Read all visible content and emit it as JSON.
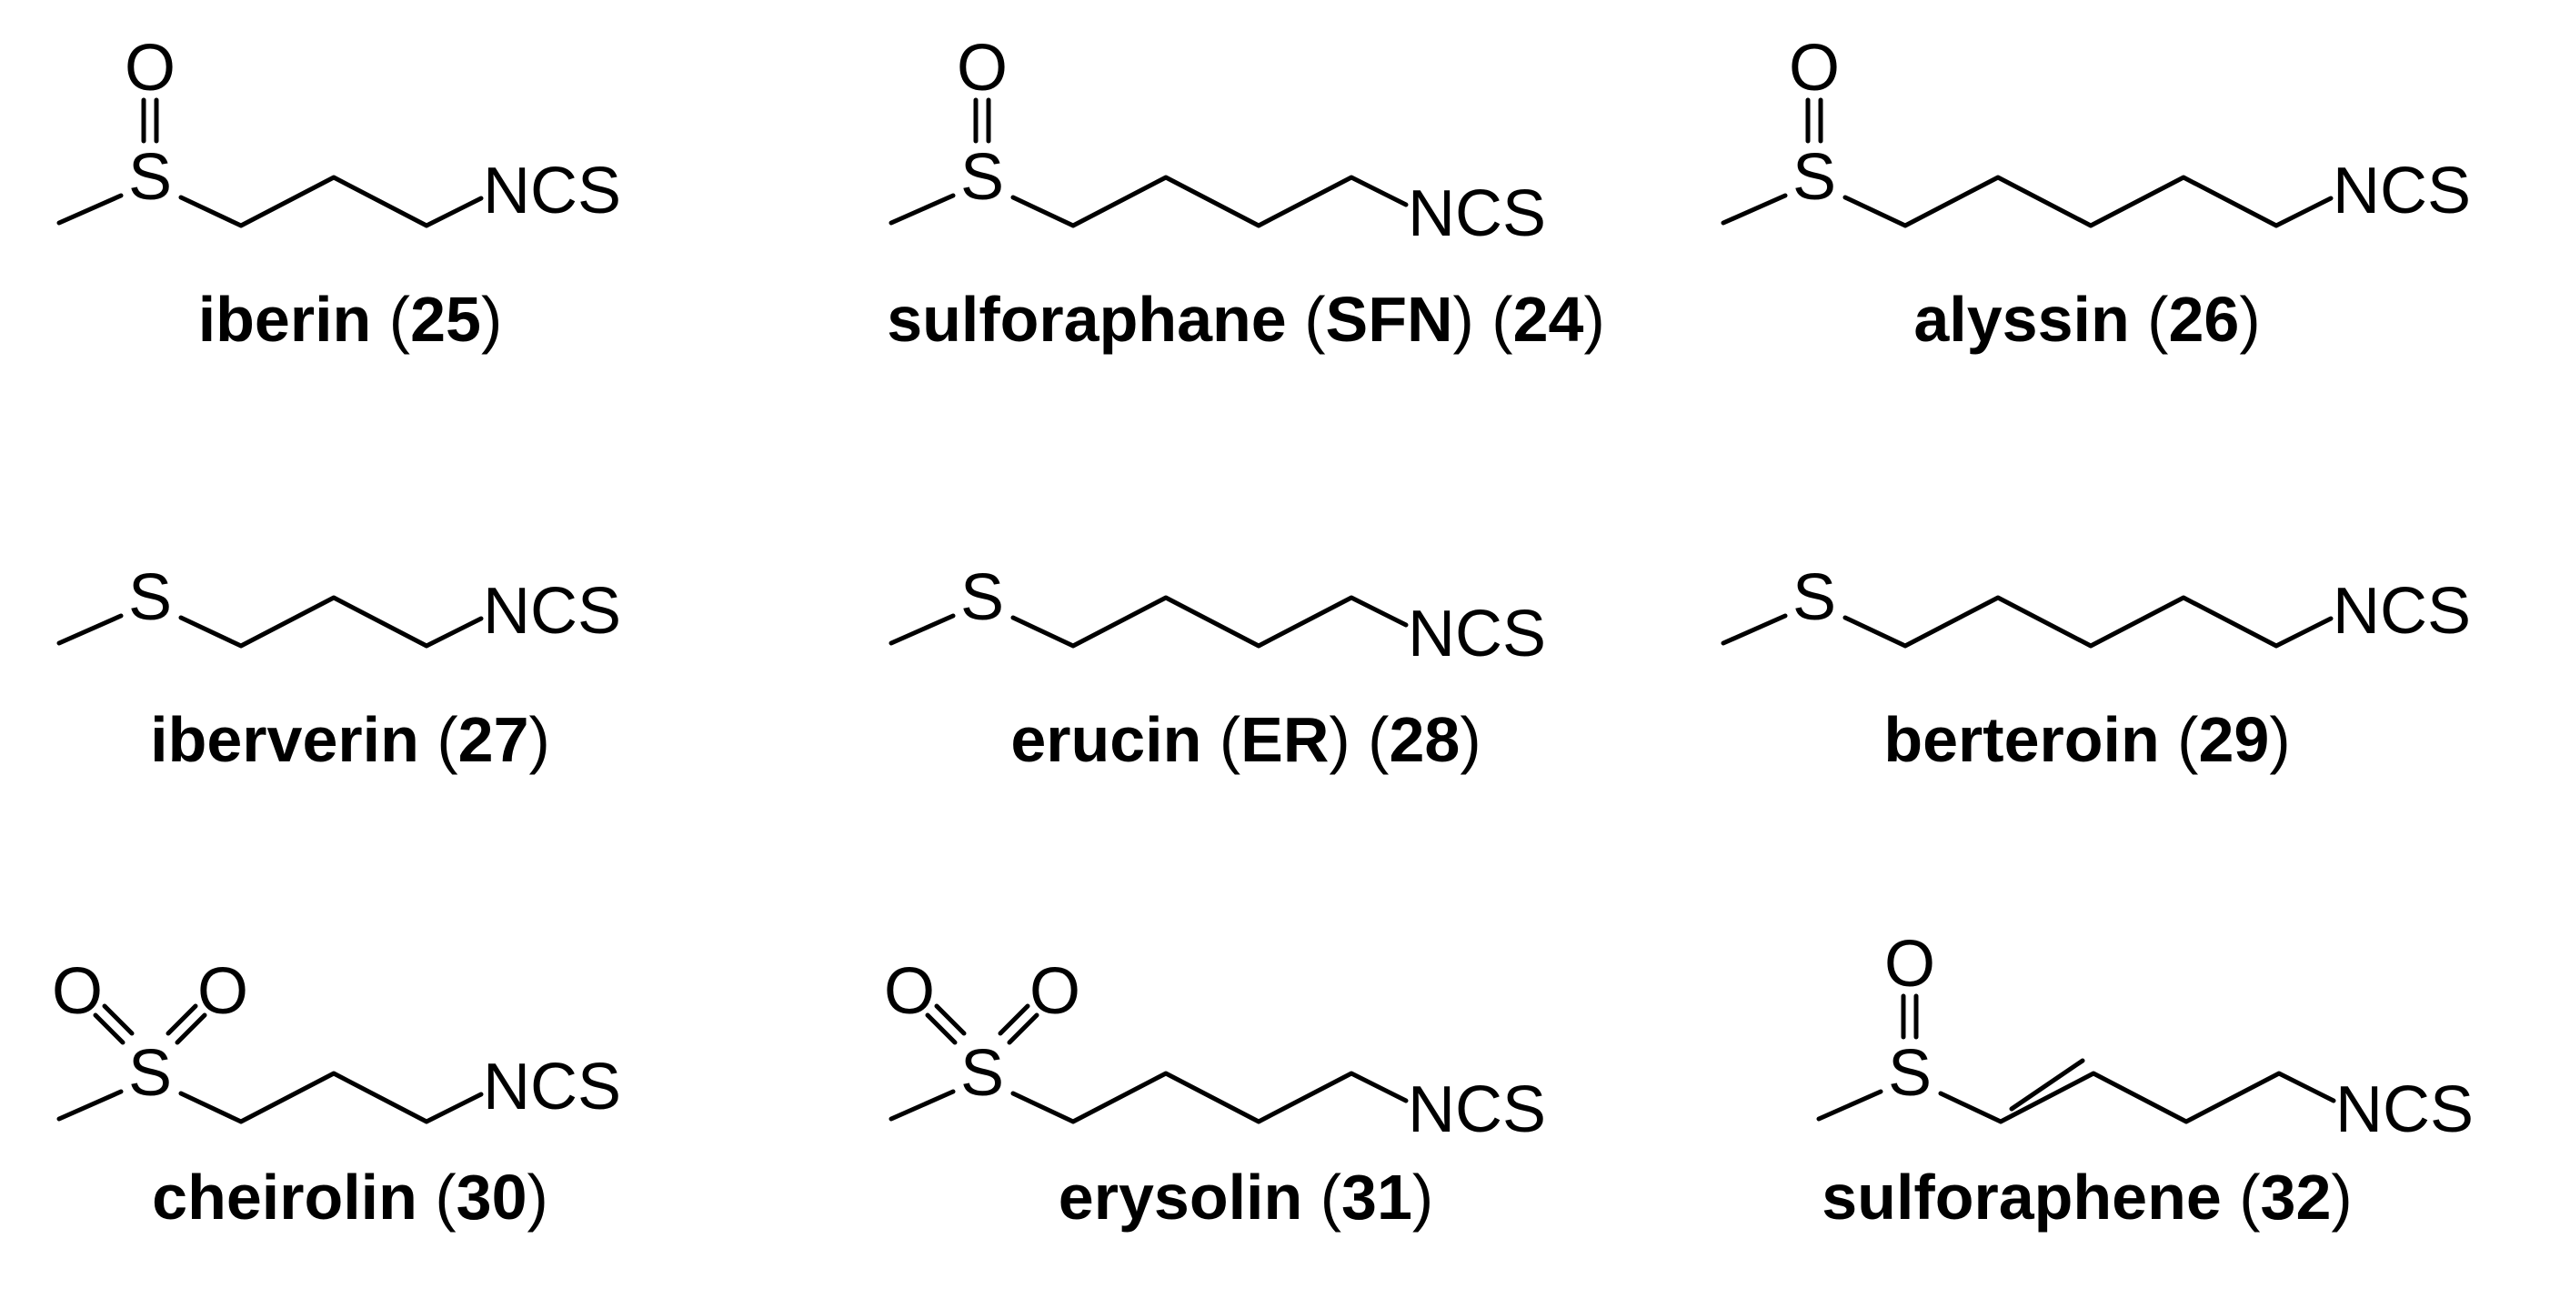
{
  "labels": {
    "o": "O",
    "s": "S",
    "ncs": "NCS"
  },
  "compounds": [
    {
      "id": "iberin",
      "name": "iberin",
      "sub": "",
      "num": "25"
    },
    {
      "id": "sulforaphane",
      "name": "sulforaphane",
      "sub": "SFN",
      "num": "24"
    },
    {
      "id": "alyssin",
      "name": "alyssin",
      "sub": "",
      "num": "26"
    },
    {
      "id": "iberverin",
      "name": "iberverin",
      "sub": "",
      "num": "27"
    },
    {
      "id": "erucin",
      "name": "erucin",
      "sub": "ER",
      "num": "28"
    },
    {
      "id": "berteroin",
      "name": "berteroin",
      "sub": "",
      "num": "29"
    },
    {
      "id": "cheirolin",
      "name": "cheirolin",
      "sub": "",
      "num": "30"
    },
    {
      "id": "erysolin",
      "name": "erysolin",
      "sub": "",
      "num": "31"
    },
    {
      "id": "sulforaphene",
      "name": "sulforaphene",
      "sub": "",
      "num": "32"
    }
  ]
}
